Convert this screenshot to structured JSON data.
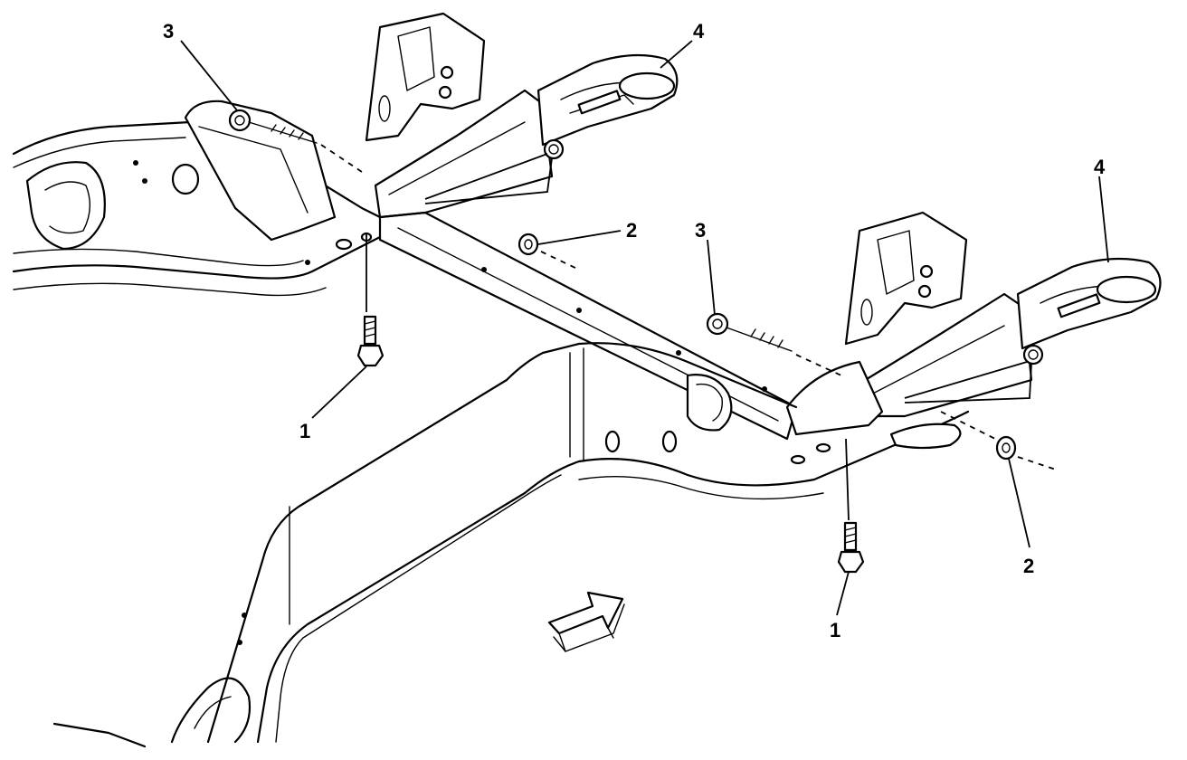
{
  "callouts": {
    "c1_left": "1",
    "c1_right": "1",
    "c2_left": "2",
    "c2_right": "2",
    "c3_left": "3",
    "c3_right": "3",
    "c4_left": "4",
    "c4_right": "4"
  },
  "colors": {
    "ink": "#000000",
    "paper": "#ffffff"
  }
}
